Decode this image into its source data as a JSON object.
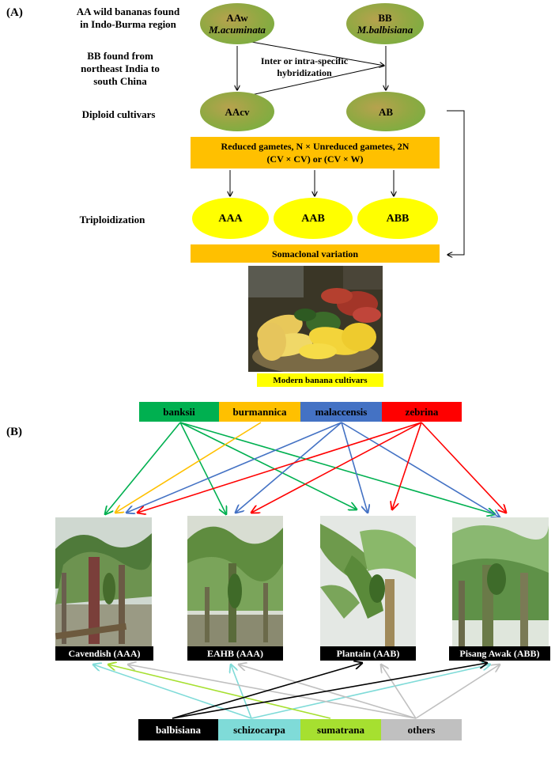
{
  "panel_a": {
    "label": "(A)",
    "left_labels": {
      "wild_line1": "AA wild bananas found",
      "wild_line2": "in Indo-Burma region",
      "bb_line1": "BB found from",
      "bb_line2": "northeast India to",
      "bb_line3": "south China",
      "diploid": "Diploid cultivars",
      "triploid": "Triploidization"
    },
    "nodes": {
      "aaw_top": "AAw",
      "aaw_bottom": "M.acuminata",
      "bb_top": "BB",
      "bb_bottom": "M.balbisiana",
      "aacv": "AAcv",
      "ab": "AB",
      "aaa": "AAA",
      "aab": "AAB",
      "abb": "ABB"
    },
    "hybridization_line1": "Inter or intra-specific",
    "hybridization_line2": "hybridization",
    "gametes_line1": "Reduced gametes, N × Unreduced gametes, 2N",
    "gametes_line2": "(CV × CV) or (CV × W)",
    "somaclonal": "Somaclonal variation",
    "modern_caption": "Modern banana cultivars"
  },
  "panel_b": {
    "label": "(B)",
    "top_species": [
      "banksii",
      "burmannica",
      "malaccensis",
      "zebrina"
    ],
    "top_colors": [
      "#00b050",
      "#ffc000",
      "#4472c4",
      "#ff0000"
    ],
    "cultivars": [
      "Cavendish (AAA)",
      "EAHB (AAA)",
      "Plantain (AAB)",
      "Pisang Awak (ABB)"
    ],
    "bottom_species": [
      "balbisiana",
      "schizocarpa",
      "sumatrana",
      "others"
    ],
    "bottom_colors": [
      "#000000",
      "#7fdbd8",
      "#a6e030",
      "#c0c0c0"
    ]
  }
}
